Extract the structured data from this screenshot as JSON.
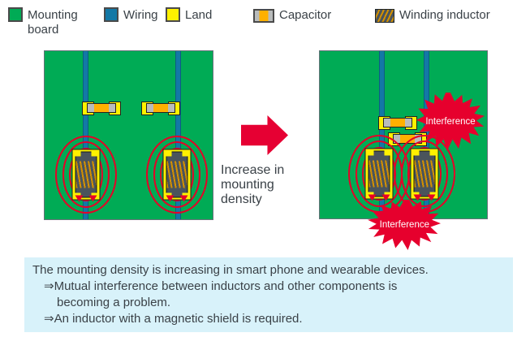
{
  "legend": {
    "items": [
      {
        "label": "Mounting board",
        "icon": "mounting-board-swatch"
      },
      {
        "label": "Wiring",
        "icon": "wiring-swatch"
      },
      {
        "label": "Land",
        "icon": "land-swatch"
      },
      {
        "label": "Capacitor",
        "icon": "capacitor-swatch"
      },
      {
        "label": "Winding inductor",
        "icon": "winding-inductor-swatch"
      }
    ]
  },
  "transition": {
    "caption_lines": [
      "Increase in",
      "mounting",
      "density"
    ]
  },
  "boards": {
    "right": {
      "interference_top": "Interference",
      "interference_bottom": "Interference"
    }
  },
  "note_box": {
    "lines": [
      "The mounting density is increasing in smart phone and wearable devices.",
      "⇒Mutual interference between inductors and other components is",
      "becoming a problem.",
      "⇒An inductor with a magnetic shield is required."
    ]
  },
  "colors": {
    "board_green": "#00ab55",
    "wiring_blue": "#1378a6",
    "land_yellow": "#fff100",
    "capacitor_orange": "#ffb000",
    "capacitor_gray": "#b9bcbc",
    "inductor_dark": "#4a545c",
    "coil_orange": "#d39000",
    "field_red": "#e60027",
    "interference_red": "#e6002d",
    "arrow_red": "#e60033",
    "note_bg": "#d8f2fa",
    "text_dark": "#3a4147"
  }
}
